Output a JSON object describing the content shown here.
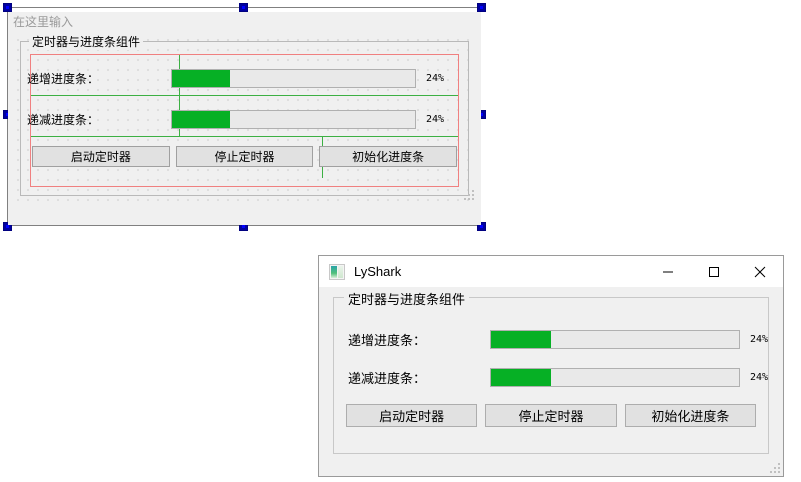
{
  "designer": {
    "menubar_placeholder": "在这里输入",
    "groupbox_title": "定时器与进度条组件",
    "rows": [
      {
        "label": "递增进度条：",
        "percent_text": "24%",
        "percent_value": 24
      },
      {
        "label": "递减进度条：",
        "percent_text": "24%",
        "percent_value": 24
      }
    ],
    "buttons": [
      {
        "label": "启动定时器"
      },
      {
        "label": "停止定时器"
      },
      {
        "label": "初始化进度条"
      }
    ]
  },
  "app": {
    "title": "LyShark",
    "icon_name": "app-icon",
    "window_controls": {
      "minimize": "–",
      "maximize": "☐",
      "close": "✕"
    },
    "groupbox_title": "定时器与进度条组件",
    "rows": [
      {
        "label": "递增进度条：",
        "percent_text": "24%",
        "percent_value": 24
      },
      {
        "label": "递减进度条：",
        "percent_text": "24%",
        "percent_value": 24
      }
    ],
    "buttons": [
      {
        "label": "启动定时器"
      },
      {
        "label": "停止定时器"
      },
      {
        "label": "初始化进度条"
      }
    ]
  },
  "colors": {
    "progress_fill": "#06b025",
    "progress_track": "#e9e9e9",
    "layout_outline_red": "#f08080",
    "layout_line_green": "#3cb043",
    "selection_handle": "#00009f",
    "window_chrome": "#f0f0f0"
  }
}
